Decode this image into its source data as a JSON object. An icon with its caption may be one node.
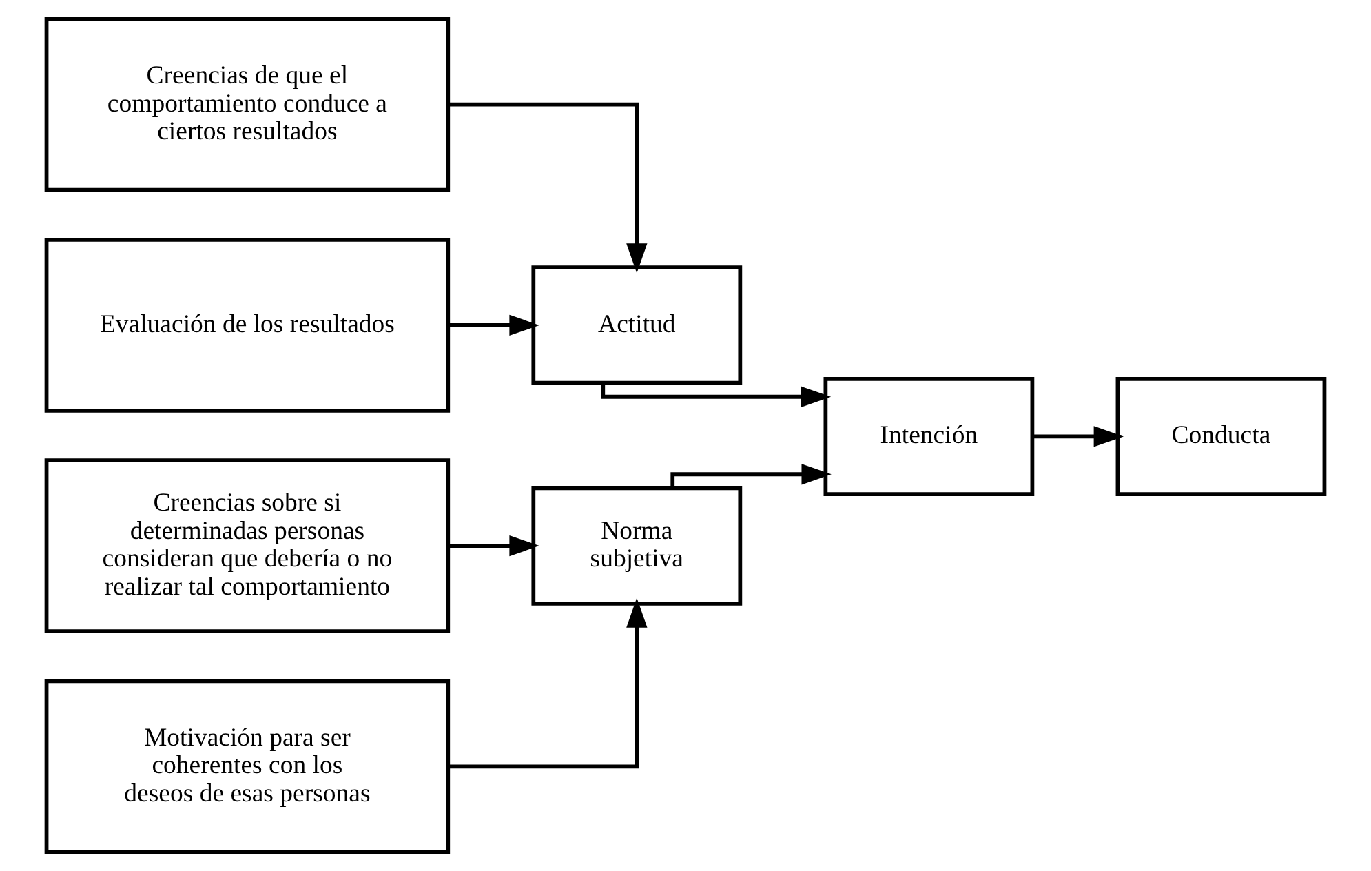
{
  "diagram": {
    "nodes": [
      {
        "text": [
          "Creencias de que el comportamiento conduce a ciertos resultados"
        ]
      },
      {
        "text": [
          "Evaluación de los resultados"
        ]
      },
      {
        "text": [
          "Creencias sobre si determinadas personas consideran que debería o no realizar tal comportamiento"
        ]
      },
      {
        "text": [
          "Motivación para ser coherentes con los deseos de esas personas"
        ]
      },
      {
        "text": [
          "Actitud"
        ]
      },
      {
        "text": [
          "Norma subjetiva"
        ]
      },
      {
        "text": [
          "Intención"
        ]
      },
      {
        "text": [
          "Conducta"
        ]
      }
    ],
    "edges": [
      {
        "from": 0,
        "to": 4,
        "arrow": "to"
      },
      {
        "from": 1,
        "to": 4,
        "arrow": "to"
      },
      {
        "from": 2,
        "to": 5,
        "arrow": "to"
      },
      {
        "from": 3,
        "to": 5,
        "arrow": "to"
      },
      {
        "from": 4,
        "to": 6,
        "arrow": "to"
      },
      {
        "from": 5,
        "to": 6,
        "arrow": "to"
      },
      {
        "from": 6,
        "to": 7,
        "arrow": "to"
      }
    ]
  }
}
